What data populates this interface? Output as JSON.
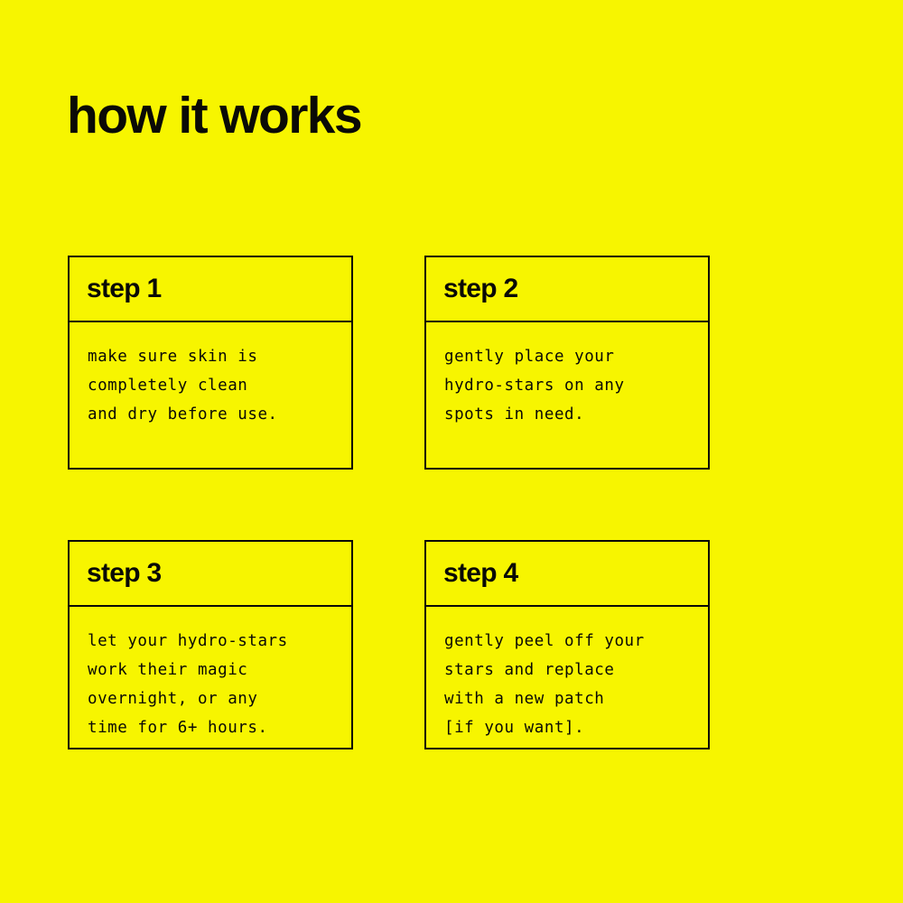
{
  "colors": {
    "background": "#f7f500",
    "ink": "#0a0a06",
    "border": "#0a0a06"
  },
  "header": {
    "title": "how it works"
  },
  "steps": [
    {
      "label": "step 1",
      "text": "make sure skin is\ncompletely clean\nand dry before use."
    },
    {
      "label": "step 2",
      "text": "gently place your\nhydro-stars on any\nspots in need."
    },
    {
      "label": "step 3",
      "text": "let your hydro-stars\nwork their magic\novernight, or any\ntime for 6+ hours."
    },
    {
      "label": "step 4",
      "text": "gently peel off your\nstars and replace\nwith a new patch\n[if you want]."
    }
  ]
}
